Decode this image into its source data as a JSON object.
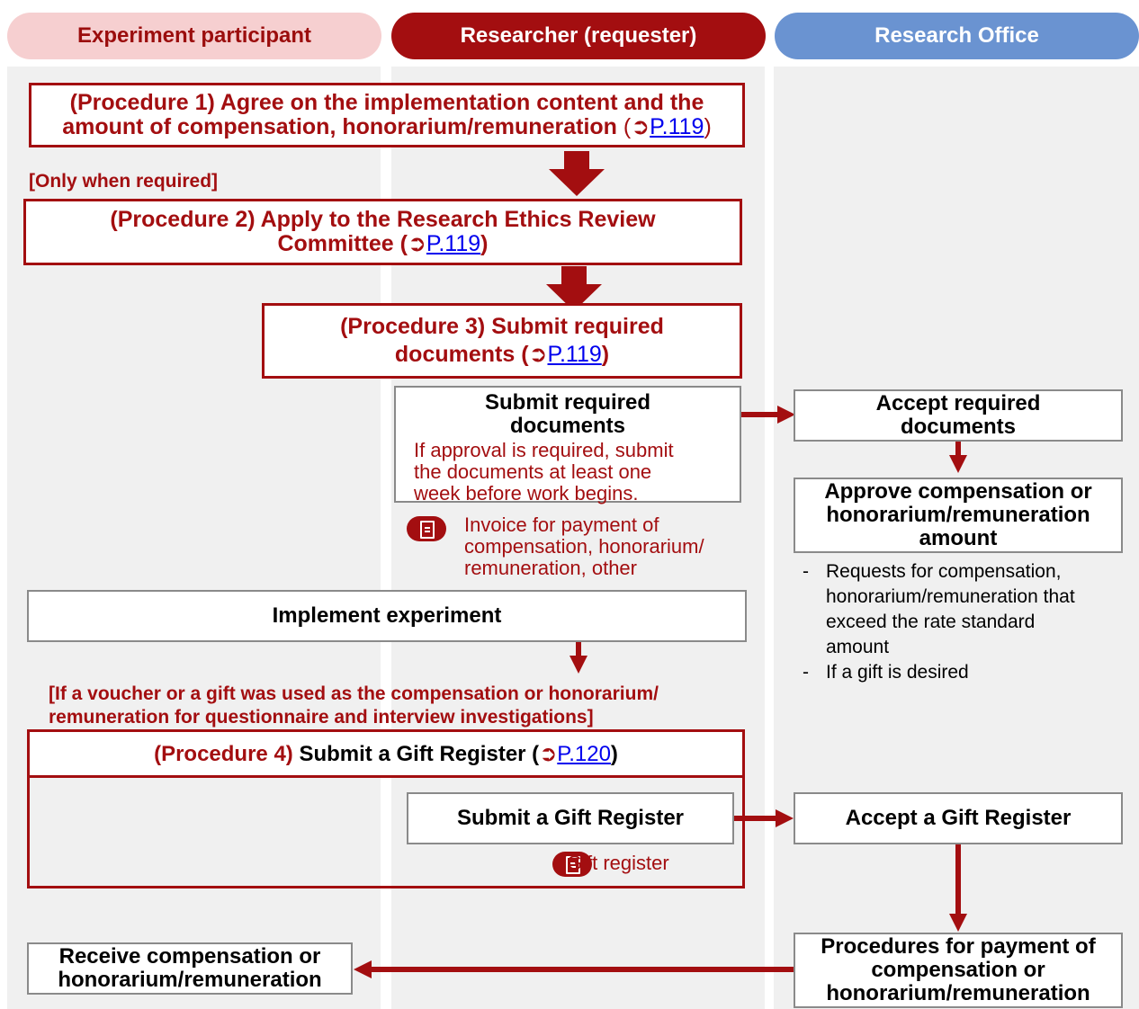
{
  "lanes": {
    "participant": "Experiment participant",
    "researcher": "Researcher (requester)",
    "office": "Research Office"
  },
  "procedure1": {
    "line1": "(Procedure 1) Agree on the implementation content and the",
    "line2": "amount of compensation, honorarium/remuneration",
    "ref": "P.119"
  },
  "only_when_required": "[Only when required]",
  "procedure2": {
    "line1": "(Procedure 2) Apply to the Research Ethics Review",
    "line2": "Committee",
    "ref": "P.119"
  },
  "procedure3": {
    "line1": "(Procedure 3) Submit required",
    "line2": "documents",
    "ref": "P.119"
  },
  "submit_docs": {
    "title_line1": "Submit required",
    "title_line2": "documents",
    "note_line1": "If approval is required, submit",
    "note_line2": "the documents at least one",
    "note_line3": "week before work begins."
  },
  "invoice_doc": {
    "line1": "Invoice for payment of",
    "line2": "compensation, honorarium/",
    "line3": "remuneration, other"
  },
  "accept_docs": {
    "line1": "Accept required",
    "line2": "documents"
  },
  "approve_box": {
    "line1": "Approve compensation or",
    "line2": "honorarium/remuneration",
    "line3": "amount"
  },
  "approve_notes": {
    "item1_line1": "Requests for compensation,",
    "item1_line2": "honorarium/remuneration that",
    "item1_line3": "exceed the rate standard",
    "item1_line4": "amount",
    "item2": "If a gift is desired"
  },
  "implement": "Implement experiment",
  "voucher_condition": {
    "line1": "[If a voucher or a gift was used as the compensation or honorarium/",
    "line2": "remuneration for questionnaire and interview investigations]"
  },
  "procedure4": {
    "label": "(Procedure 4)",
    "text": "Submit a Gift Register",
    "ref": "P.120"
  },
  "submit_gift": "Submit a Gift Register",
  "gift_doc": "Gift register",
  "accept_gift": "Accept a Gift Register",
  "payment_box": {
    "line1": "Procedures for payment of",
    "line2": "compensation or",
    "line3": "honorarium/remuneration"
  },
  "receive_box": {
    "line1": "Receive compensation or",
    "line2": "honorarium/remuneration"
  },
  "colors": {
    "accent_red": "#a30e10",
    "participant_header": "#f6cfd0",
    "office_header": "#6a93d1",
    "lane_background": "#f0f0f0",
    "link": "#0000ee"
  },
  "icons": {
    "reference": "circle-arrow-right-icon",
    "document": "document-icon"
  }
}
